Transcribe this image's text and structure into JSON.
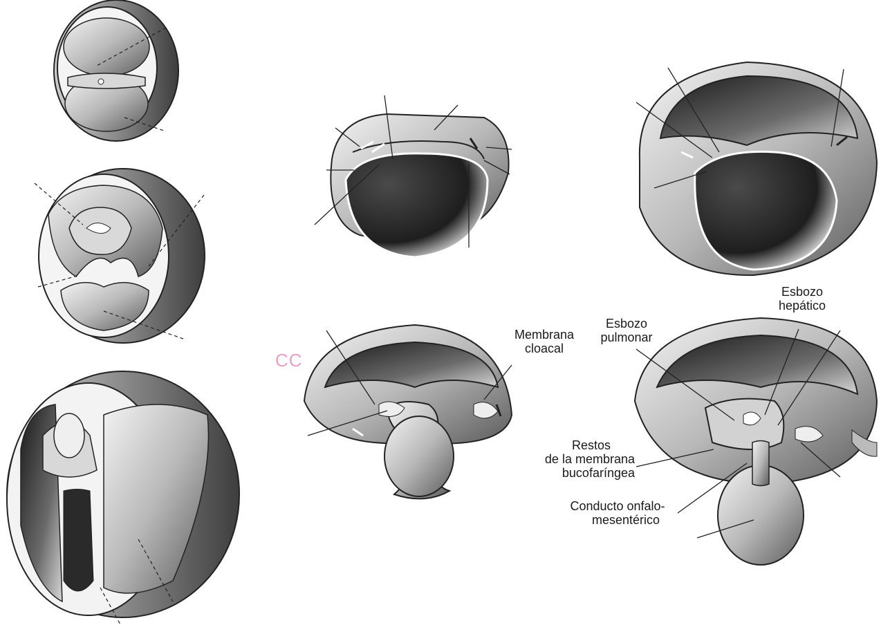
{
  "labels": {
    "membrana_cloacal": [
      "Membrana",
      "cloacal"
    ],
    "esbozo_hepatico": [
      "Esbozo",
      "hepático"
    ],
    "esbozo_pulmonar": [
      "Esbozo",
      "pulmonar"
    ],
    "restos_membrana": [
      "Restos",
      "de la membrana",
      "bucofaríngea"
    ],
    "conducto_onfalo": [
      "Conducto onfalo-",
      "mesentérico"
    ]
  },
  "watermark": "CC"
}
